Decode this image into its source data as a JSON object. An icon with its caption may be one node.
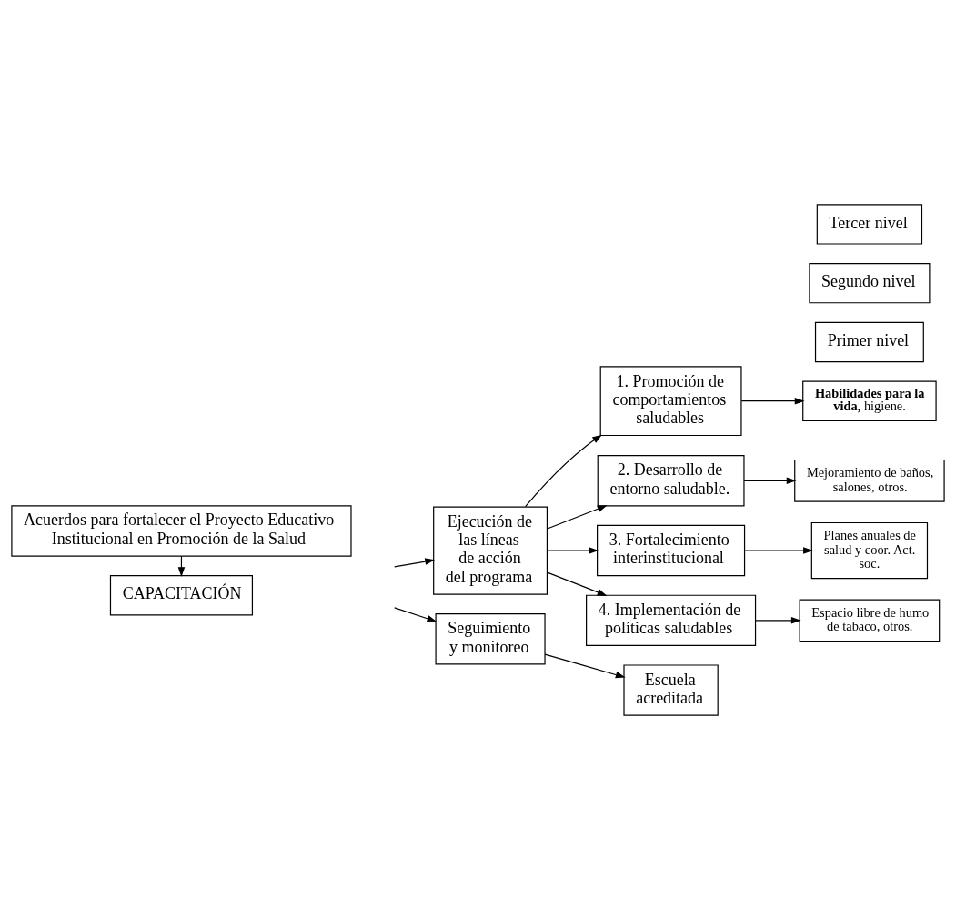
{
  "diagram": {
    "nodes": [
      {
        "text": [
          "Acuerdos para fortalecer el Proyecto Educativo Institucional en Promoción de la Salud"
        ]
      },
      {
        "text": [
          "CAPACITACIÓN"
        ]
      },
      {
        "text": [
          "Ejecución de las líneas de acción del programa"
        ]
      },
      {
        "text": [
          "1. Promoción de comportamientos saludables"
        ]
      },
      {
        "text": [
          "**Habilidades para la vida,** higiene."
        ]
      },
      {
        "text": [
          "2. Desarrollo de entorno saludable."
        ]
      },
      {
        "text": [
          "Mejoramiento de baños, salones, otros."
        ]
      },
      {
        "text": [
          "3. Fortalecimiento interinstitucional"
        ]
      },
      {
        "text": [
          "Planes anuales de salud y coor. Act. soc."
        ]
      },
      {
        "text": [
          "4. Implementación de políticas saludables"
        ]
      },
      {
        "text": [
          "Espacio libre de humo de tabaco, otros."
        ]
      },
      {
        "text": [
          "Seguimiento y monitoreo"
        ]
      },
      {
        "text": [
          "Escuela acreditada"
        ]
      },
      {
        "text": [
          "Primer nivel"
        ]
      },
      {
        "text": [
          "Segundo nivel"
        ]
      },
      {
        "text": [
          "Tercer nivel"
        ]
      }
    ],
    "edges": [
      {
        "from": 0,
        "to": 1,
        "arrow": "to"
      },
      {
        "from": null,
        "to": 2,
        "arrow": "to"
      },
      {
        "from": 2,
        "to": 3,
        "arrow": "to"
      },
      {
        "from": 2,
        "to": 5,
        "arrow": "to"
      },
      {
        "from": 2,
        "to": 7,
        "arrow": "to"
      },
      {
        "from": 2,
        "to": 9,
        "arrow": "to"
      },
      {
        "from": 3,
        "to": 4,
        "arrow": "to"
      },
      {
        "from": 5,
        "to": 6,
        "arrow": "to"
      },
      {
        "from": 7,
        "to": 8,
        "arrow": "to"
      },
      {
        "from": 9,
        "to": 10,
        "arrow": "to"
      },
      {
        "from": null,
        "to": 11,
        "arrow": "to"
      },
      {
        "from": 11,
        "to": 12,
        "arrow": "to"
      }
    ]
  }
}
